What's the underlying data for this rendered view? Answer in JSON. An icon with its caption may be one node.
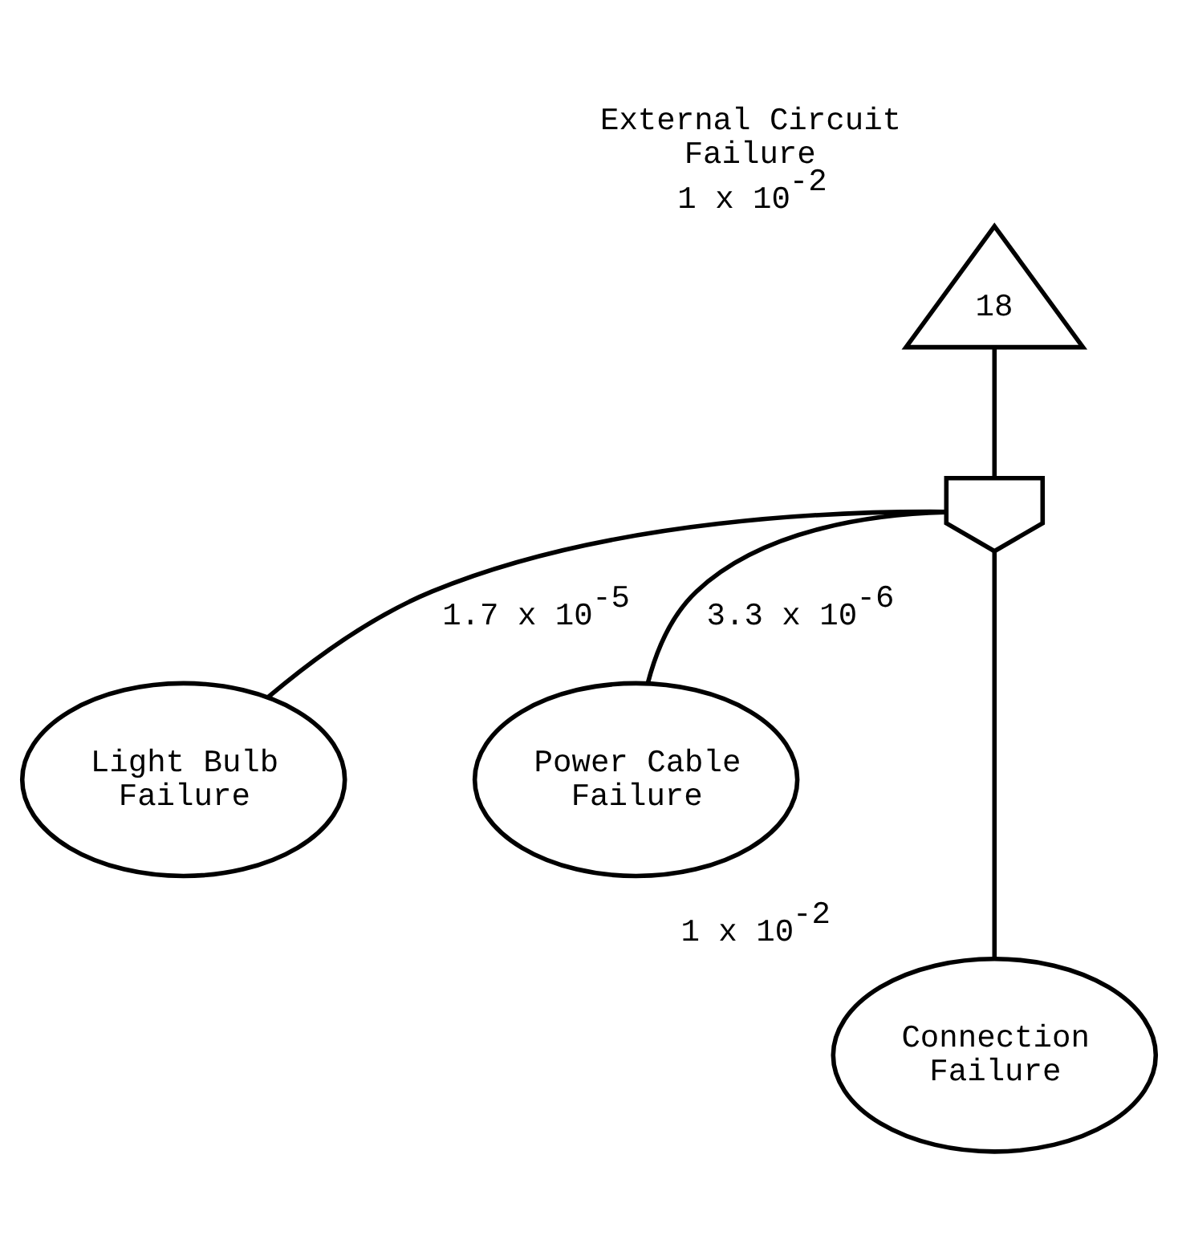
{
  "diagram": {
    "nodes": [
      {
        "text": [
          "18"
        ],
        "beside": [
          "External Circuit Failure",
          "1 x 10$^{-2}$"
        ]
      },
      {
        "text": [],
        "shape": "gate"
      },
      {
        "text": [
          "Light Bulb Failure"
        ]
      },
      {
        "text": [
          "Power Cable Failure"
        ]
      },
      {
        "text": [
          "Connection Failure"
        ],
        "beside": [
          "1 x 10$^{-2}$"
        ]
      }
    ],
    "edges": [
      {
        "from": 0,
        "to": 1,
        "arrow": "none"
      },
      {
        "from": 1,
        "to": 2,
        "arrow": "none",
        "label": "1.7 x 10$^{-5}$"
      },
      {
        "from": 1,
        "to": 3,
        "arrow": "none",
        "label": "3.3 x 10$^{-6}$"
      },
      {
        "from": 1,
        "to": 4,
        "arrow": "none"
      }
    ]
  }
}
